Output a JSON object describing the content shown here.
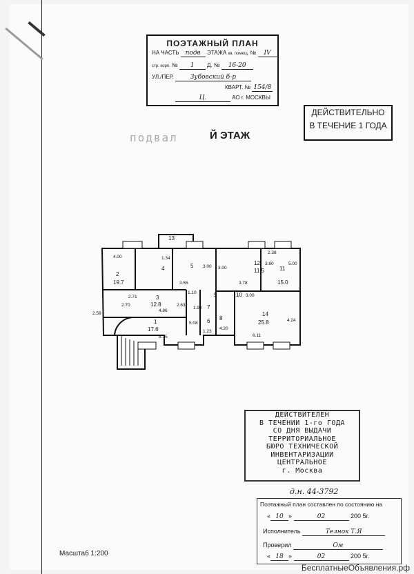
{
  "header": {
    "title": "ПОЭТАЖНЫЙ ПЛАН",
    "row1_prefix": "НА ЧАСТЬ",
    "row1_value": "подв",
    "row1_mid": "ЭТАЖА",
    "row1_suffix": "кв. помещ.",
    "row1_no": "№",
    "row1_num": "IV",
    "row2_prefix": "стр. корп.",
    "row2_no": "№",
    "row2_num": "1",
    "row2_house": "Д. №",
    "row2_house_num": "16-20",
    "row3_prefix": "УЛ./ПЕР.",
    "row3_value": "Зубовский б-р",
    "row4_prefix": "КВАРТ. №",
    "row4_value": "154/8",
    "row5_value": "Ц.",
    "row5_suffix": "АО г. МОСКВЫ"
  },
  "valid_stamp": {
    "line1": "ДЕЙСТВИТЕЛЬНО",
    "line2": "В ТЕЧЕНИЕ 1 ГОДА"
  },
  "floor": {
    "handwritten": "подвал",
    "label": "Й ЭТАЖ"
  },
  "bti_stamp": {
    "lines": [
      "ДЕЙСТВИТЕЛЕН",
      "В ТЕЧЕНИИ 1-го ГОДА",
      "СО ДНЯ ВЫДАЧИ",
      "ТЕРРИТОРИАЛЬНОЕ",
      "БЮРО ТЕХНИЧЕСКОЙ",
      "ИНВЕНТАРИЗАЦИИ",
      "ЦЕНТРАЛЬНОЕ",
      "г. Москва"
    ]
  },
  "reg_number": "д.н. 44-3792",
  "footer": {
    "header": "Поэтажный план составлен по состоянию на",
    "date1_day": "10",
    "date1_month": "02",
    "date1_year": "200 5г.",
    "executor_label": "Исполнитель",
    "executor_value": "Телнок Т.Я",
    "checked_label": "Проверил",
    "checked_value": "Ом",
    "date2_day": "18",
    "date2_month": "02",
    "date2_year": "200 5г."
  },
  "scale": "Масштаб 1:200",
  "watermark": "БесплатныеОбъявления.рф",
  "rooms": [
    {
      "num": "1",
      "area": "17.6"
    },
    {
      "num": "2",
      "area": "19.7"
    },
    {
      "num": "3",
      "area": "12.8"
    },
    {
      "num": "4",
      "area": ""
    },
    {
      "num": "5",
      "area": ""
    },
    {
      "num": "6",
      "area": ""
    },
    {
      "num": "7",
      "area": ""
    },
    {
      "num": "8",
      "area": ""
    },
    {
      "num": "9",
      "area": ""
    },
    {
      "num": "10",
      "area": ""
    },
    {
      "num": "11",
      "area": "15.0"
    },
    {
      "num": "12",
      "area": "11.5"
    },
    {
      "num": "13",
      "area": ""
    },
    {
      "num": "14",
      "area": "25.8"
    }
  ],
  "dims": [
    "4.00",
    "1.34",
    "3.55",
    "3.00",
    "2.71",
    "2.70",
    "2.58",
    "4.86",
    "2.63",
    "5.08",
    "8.15",
    "3.00",
    "3.80",
    "3.78",
    "6.11",
    "4.24",
    "1.23",
    "4.20",
    "2.38",
    "5.00",
    "1.10",
    "3.00",
    "1.90"
  ]
}
